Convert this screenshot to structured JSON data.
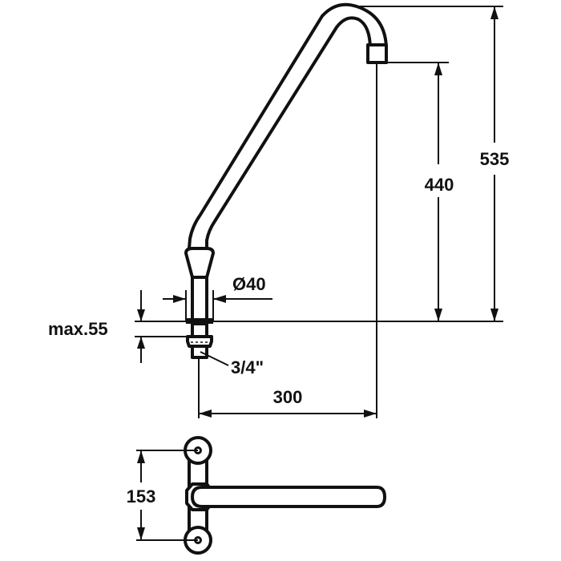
{
  "drawing": {
    "title": "Spout faucet dimension drawing",
    "colors": {
      "line": "#111111",
      "background": "#ffffff"
    },
    "dimensions": {
      "total_height": "535",
      "outlet_height": "440",
      "base_diameter": "Ø40",
      "max_deck_thickness": "max.55",
      "thread_size": "3/4\"",
      "projection": "300",
      "plan_mount_spacing": "153"
    },
    "views": [
      "front-elevation",
      "plan-view"
    ]
  }
}
